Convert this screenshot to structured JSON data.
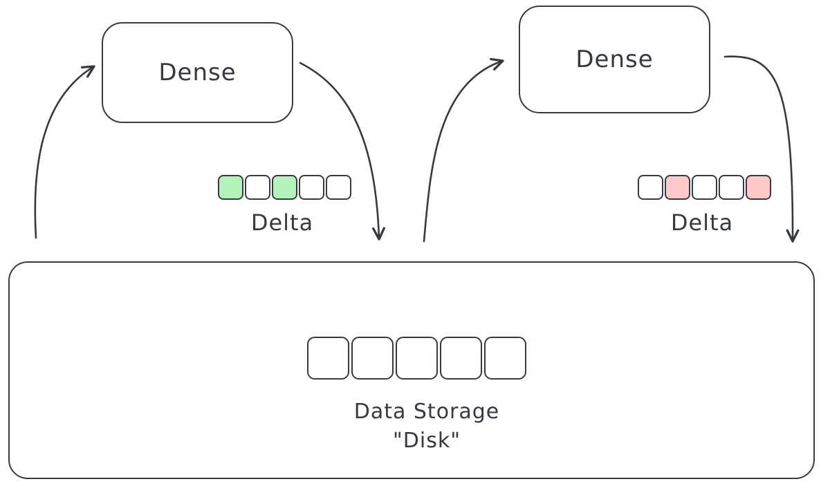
{
  "colors": {
    "stroke": "#343a40",
    "green": "#b2f2bb",
    "pink": "#ffc9c9",
    "white": "#ffffff"
  },
  "left_module": {
    "label": "Dense"
  },
  "right_module": {
    "label": "Dense"
  },
  "left_delta": {
    "label": "Delta",
    "cells": [
      "green",
      "white",
      "green",
      "white",
      "white"
    ]
  },
  "right_delta": {
    "label": "Delta",
    "cells": [
      "white",
      "pink",
      "white",
      "white",
      "pink"
    ]
  },
  "disk": {
    "label_line1": "Data Storage",
    "label_line2": "\"Disk\"",
    "cells": [
      "white",
      "white",
      "white",
      "white",
      "white"
    ]
  }
}
